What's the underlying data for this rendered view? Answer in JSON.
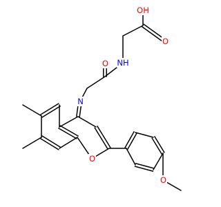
{
  "colors": {
    "bond": "#000000",
    "oxygen": "#ff0000",
    "nitrogen": "#0000ff",
    "background": "#ffffff"
  },
  "atom_labels": {
    "acid_oh": "OH",
    "acid_carbonyl_o": "O",
    "amide_nh": "NH",
    "amide_o": "O",
    "imine_n": "N",
    "ring_o": "O",
    "methoxy_o": "O"
  }
}
